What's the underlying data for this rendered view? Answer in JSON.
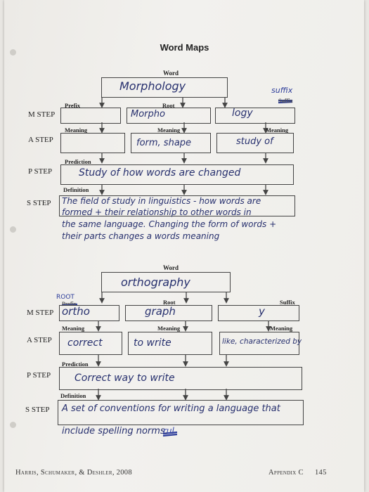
{
  "title": "Word Maps",
  "map1": {
    "word_label": "Word",
    "word": "Morphology",
    "prefix_label": "Prefix",
    "root_label": "Root",
    "suffix_label_struck": "Suffix",
    "suffix_handwritten": "suffix",
    "prefix_value": "",
    "root_value": "Morpho",
    "suffix_value": "logy",
    "meaning_label": "Meaning",
    "meaning_prefix": "",
    "meaning_root": "form, shape",
    "meaning_suffix": "study of",
    "prediction_label": "Prediction",
    "prediction": "Study of how words are changed",
    "definition_label": "Definition",
    "definition_lines": [
      "The field of study in linguistics - how words are",
      "formed + their relationship to other words in",
      "the same language. Changing the form of words +",
      "their parts changes a words meaning"
    ]
  },
  "map2": {
    "word_label": "Word",
    "word": "orthography",
    "prefix_label_struck": "Prefix",
    "root_handwritten": "ROOT",
    "root_label": "Root",
    "suffix_label": "Suffix",
    "prefix_value": "ortho",
    "root_value": "graph",
    "suffix_value": "y",
    "meaning_label": "Meaning",
    "meaning_prefix": "correct",
    "meaning_root": "to write",
    "meaning_suffix": "like, characterized by",
    "prediction_label": "Prediction",
    "prediction": "Correct way to write",
    "definition_label": "Definition",
    "definition_lines": [
      "A set of conventions for writing a language that",
      "include spelling norms."
    ],
    "definition_struck": "rul"
  },
  "steps": {
    "m": "M STEP",
    "a": "A STEP",
    "p": "P STEP",
    "s": "S STEP"
  },
  "footer": {
    "left": "Harris, Schumaker, & Deshler, 2008",
    "right_label": "Appendix C",
    "page": "145"
  }
}
